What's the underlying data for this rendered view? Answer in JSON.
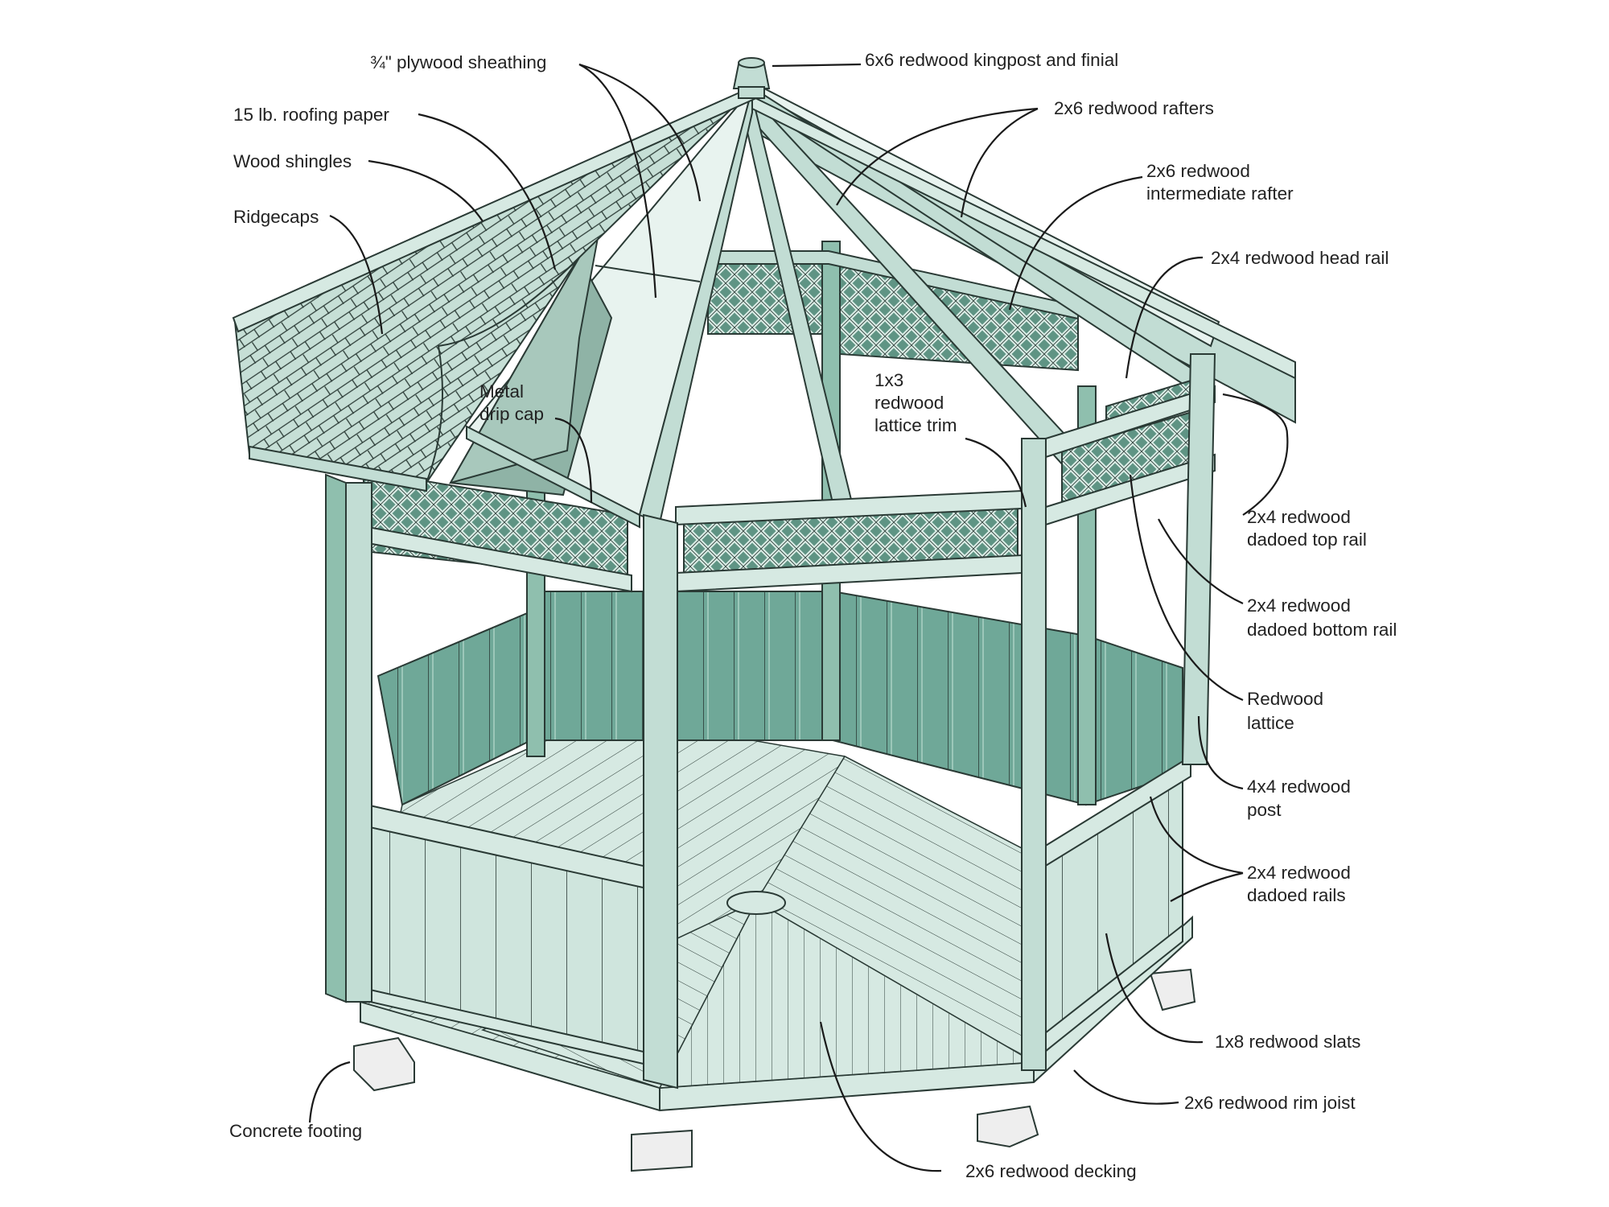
{
  "diagram": {
    "colors": {
      "post": "#c2ddd4",
      "post_dark": "#8fbfae",
      "wall_inner": "#6fa898",
      "wall_outer": "#cfe5dd",
      "floor": "#d6e9e2",
      "roof_light": "#e8f3ef",
      "roof_shingle": "#c6dfd6",
      "paper": "#8fb3a6",
      "lattice_bg": "#5f9484",
      "outline": "#2a3a35",
      "footing": "#eeeeee"
    },
    "labels": {
      "kingpost": "6x6 redwood kingpost and finial",
      "sheathing": "¾\" plywood sheathing",
      "roofing_paper": "15 lb. roofing paper",
      "shingles": "Wood shingles",
      "ridgecaps": "Ridgecaps",
      "rafters": "2x6 redwood rafters",
      "intermediate_rafter_1": "2x6 redwood",
      "intermediate_rafter_2": "intermediate rafter",
      "head_rail": "2x4 redwood head rail",
      "drip_cap_1": "Metal",
      "drip_cap_2": "drip cap",
      "lattice_trim_1": "1x3",
      "lattice_trim_2": "redwood",
      "lattice_trim_3": "lattice trim",
      "top_rail_1": "2x4 redwood",
      "top_rail_2": "dadoed top rail",
      "bottom_rail_1": "2x4 redwood",
      "bottom_rail_2": "dadoed bottom rail",
      "lattice_1": "Redwood",
      "lattice_2": "lattice",
      "post_1": "4x4 redwood",
      "post_2": "post",
      "dadoed_rails_1": "2x4 redwood",
      "dadoed_rails_2": "dadoed rails",
      "slats": "1x8 redwood slats",
      "rim_joist": "2x6 redwood rim joist",
      "footing": "Concrete footing",
      "decking": "2x6 redwood decking"
    }
  }
}
